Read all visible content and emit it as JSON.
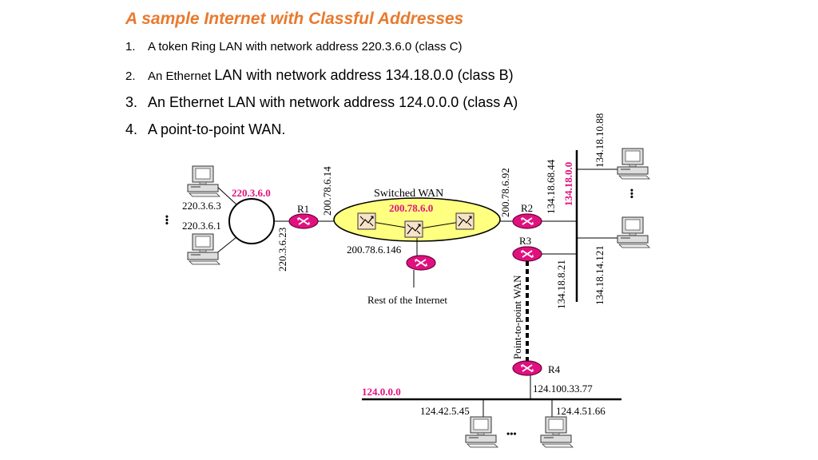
{
  "title": "A sample Internet with Classful Addresses",
  "list": [
    {
      "num": "1.",
      "text": "A token Ring LAN with network address 220.3.6.0 (class C)"
    },
    {
      "num": "2.",
      "small": "An Ethernet ",
      "text": "LAN with network address 134.18.0.0 (class B)"
    },
    {
      "num": "3.",
      "text": "An Ethernet LAN with network address 124.0.0.0 (class A)"
    },
    {
      "num": "4.",
      "text": "A point-to-point WAN."
    }
  ],
  "diagram": {
    "token_ring": {
      "network": "220.3.6.0",
      "host_top": "220.3.6.3",
      "host_bottom": "220.3.6.1"
    },
    "r1": {
      "label": "R1",
      "iface_ring": "220.3.6.23",
      "iface_wan": "200.78.6.14"
    },
    "wan": {
      "title": "Switched WAN",
      "network": "200.78.6.0"
    },
    "r_internet": {
      "iface": "200.78.6.146",
      "label": "Rest of the Internet"
    },
    "r2": {
      "label": "R2",
      "iface_wan": "200.78.6.92",
      "iface_lan": "134.18.68.44"
    },
    "class_b": {
      "network": "134.18.0.0",
      "host_top": "134.18.10.88",
      "host_bottom": "134.18.14.121"
    },
    "r3": {
      "label": "R3",
      "iface_lan": "134.18.8.21"
    },
    "p2p": {
      "label": "Point-to-point WAN"
    },
    "r4": {
      "label": "R4",
      "iface_lan": "124.100.33.77"
    },
    "class_a": {
      "network": "124.0.0.0",
      "host_left": "124.42.5.45",
      "host_right": "124.4.51.66"
    },
    "ellipsis": "•••",
    "colors": {
      "network_label": "#e0117f",
      "router": "#e0117f",
      "wan_fill": "#ffff80",
      "title": "#e87a2e"
    }
  }
}
